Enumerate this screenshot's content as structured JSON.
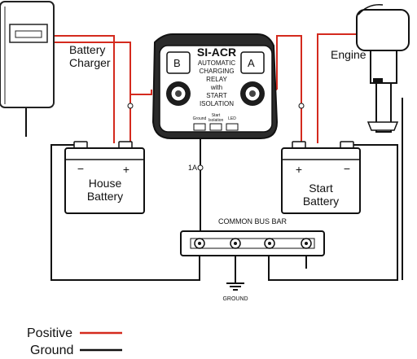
{
  "labels": {
    "battery_charger_line1": "Battery",
    "battery_charger_line2": "Charger",
    "engine": "Engine",
    "relay_title": "SI-ACR",
    "relay_sub1": "AUTOMATIC",
    "relay_sub2": "CHARGING",
    "relay_sub3": "RELAY",
    "relay_sub4": "with",
    "relay_sub5": "START",
    "relay_sub6": "ISOLATION",
    "relay_terminal_b": "B",
    "relay_terminal_a": "A",
    "relay_ground": "Ground",
    "relay_start_isolation_1": "Start",
    "relay_start_isolation_2": "Isolation",
    "relay_led": "LED",
    "house_battery_line1": "House",
    "house_battery_line2": "Battery",
    "start_battery_line1": "Start",
    "start_battery_line2": "Battery",
    "fuse_1a": "1A",
    "bus_bar": "COMMON BUS BAR",
    "ground": "GROUND",
    "plus": "+",
    "minus": "−"
  },
  "legend": [
    {
      "label": "Positive",
      "color": "#d42a1e"
    },
    {
      "label": "Ground",
      "color": "#111111"
    }
  ],
  "colors": {
    "positive": "#d42a1e",
    "ground": "#111111",
    "device_fill": "#ffffff",
    "relay_body": "#2b2b2b"
  }
}
